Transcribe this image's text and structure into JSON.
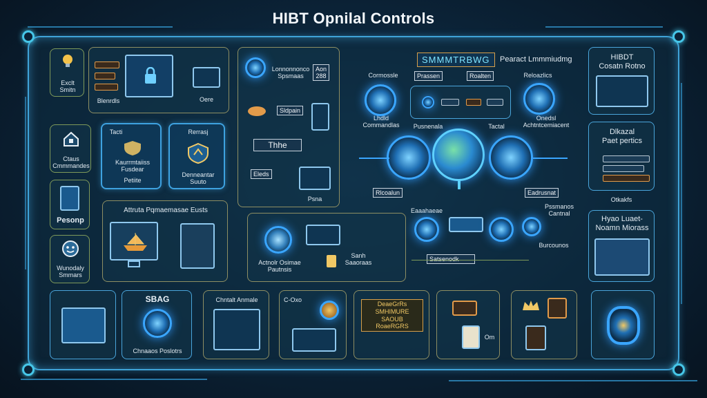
{
  "title": "HIBT Opnilal Controls",
  "left_column": {
    "p1_label": "Exclt\nSmitn",
    "p2_label": "Ctaus\nCmmmandes",
    "p3_label": "Pesonp",
    "p4_label": "Wunodaly\nSmmars"
  },
  "top_left": {
    "tag_label": "Blenrdls",
    "mon_label": "Oere"
  },
  "mid_left": {
    "card1_top": "Tacti",
    "card1_title": "Kaurrmtaiiss\nFusdear",
    "card1_sub": "Petiite",
    "card2_top": "Rerrasj",
    "card2_bottom": "Denneantar\nSuuto"
  },
  "bottom_left_panel": {
    "title": "Attruta Pqmaemasae Eusts"
  },
  "center_top": {
    "left_label": "Lonnonnonco\nSpsmaas",
    "right_label": "Aon\n288",
    "item1": "Sldpain",
    "item2": "Thhe",
    "item3": "Eleds",
    "footer": "Psna"
  },
  "center_bottom": {
    "left_label": "Actnolr Osimae\nPautnsis",
    "right_label": "Sanh\nSaaoraas"
  },
  "hub": {
    "header": "SMMMTRBWG",
    "header_right": "Pearact Lmmmiudmg",
    "left_top": "Cormossle",
    "chip_left": "Prassen",
    "chip_mid": "Roalten",
    "right_top": "Reloazlics",
    "left_sub": "Lhdld\nCommandlas",
    "mid_sub1": "Pusnenala",
    "mid_sub2": "Tactal",
    "right_sub": "Onedsl\nAchtntcemiacent",
    "left_chip": "Rlcoalun",
    "right_chip": "Eadrusnat",
    "lower_mid": "Eaaahaeae",
    "lower_right": "Pssmanos\nCantnal",
    "lower_right_sub": "Burcounos",
    "lower_bar": "Satsenodk"
  },
  "right_column": {
    "p1_title": "HIBDT\nCosatn Rotno",
    "p2_title": "Dlkazal\nPaet pertics",
    "p3_caption": "Otkakfs",
    "p3_title": "Hyao Luaet-\nNoamn Miorass"
  },
  "bottom_row": {
    "b2_title": "SBAG",
    "b2_sub": "Chnaaos Poslotrs",
    "b3_title": "Chntalt Anmale",
    "b4_title": "C-Oxo",
    "b5_title": "DeaeGrRs\nSMHIMURE\nSAOUB\nRoaeRGRS",
    "b7_text": "Om"
  },
  "colors": {
    "accent": "#3fa3d8",
    "orb": "#3aa6ff",
    "gold": "#f1c865",
    "panel_border": "#7f9a5a"
  }
}
